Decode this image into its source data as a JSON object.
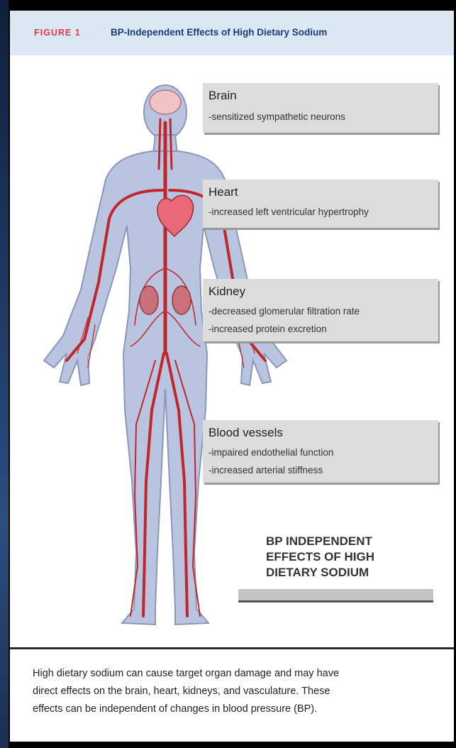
{
  "header": {
    "figure_label": "FIGURE 1",
    "title": "BP-Independent Effects of High Dietary Sodium"
  },
  "colors": {
    "body_fill": "#b8c4e0",
    "vessel": "#c0262c",
    "heart": "#e86a78",
    "kidney": "#c9707a",
    "brain": "#f2c3c5",
    "box_fill": "#dcdcdc",
    "header_bg": "#dbe7f2"
  },
  "organs": [
    {
      "name": "Brain",
      "effects": [
        "-sensitized sympathetic neurons"
      ]
    },
    {
      "name": "Heart",
      "effects": [
        "-increased left ventricular hypertrophy"
      ]
    },
    {
      "name": "Kidney",
      "effects": [
        "-decreased glomerular filtration rate",
        "-increased protein excretion"
      ]
    },
    {
      "name": "Blood vessels",
      "effects": [
        "-impaired endothelial function",
        "-increased arterial stiffness"
      ]
    }
  ],
  "summary_lines": [
    "BP INDEPENDENT",
    "EFFECTS OF HIGH",
    "DIETARY SODIUM"
  ],
  "caption_lines": [
    "High dietary sodium can cause target organ damage and may have",
    "direct effects on the brain, heart, kidneys, and vasculature. These",
    "effects can be independent of changes in blood pressure (BP)."
  ]
}
